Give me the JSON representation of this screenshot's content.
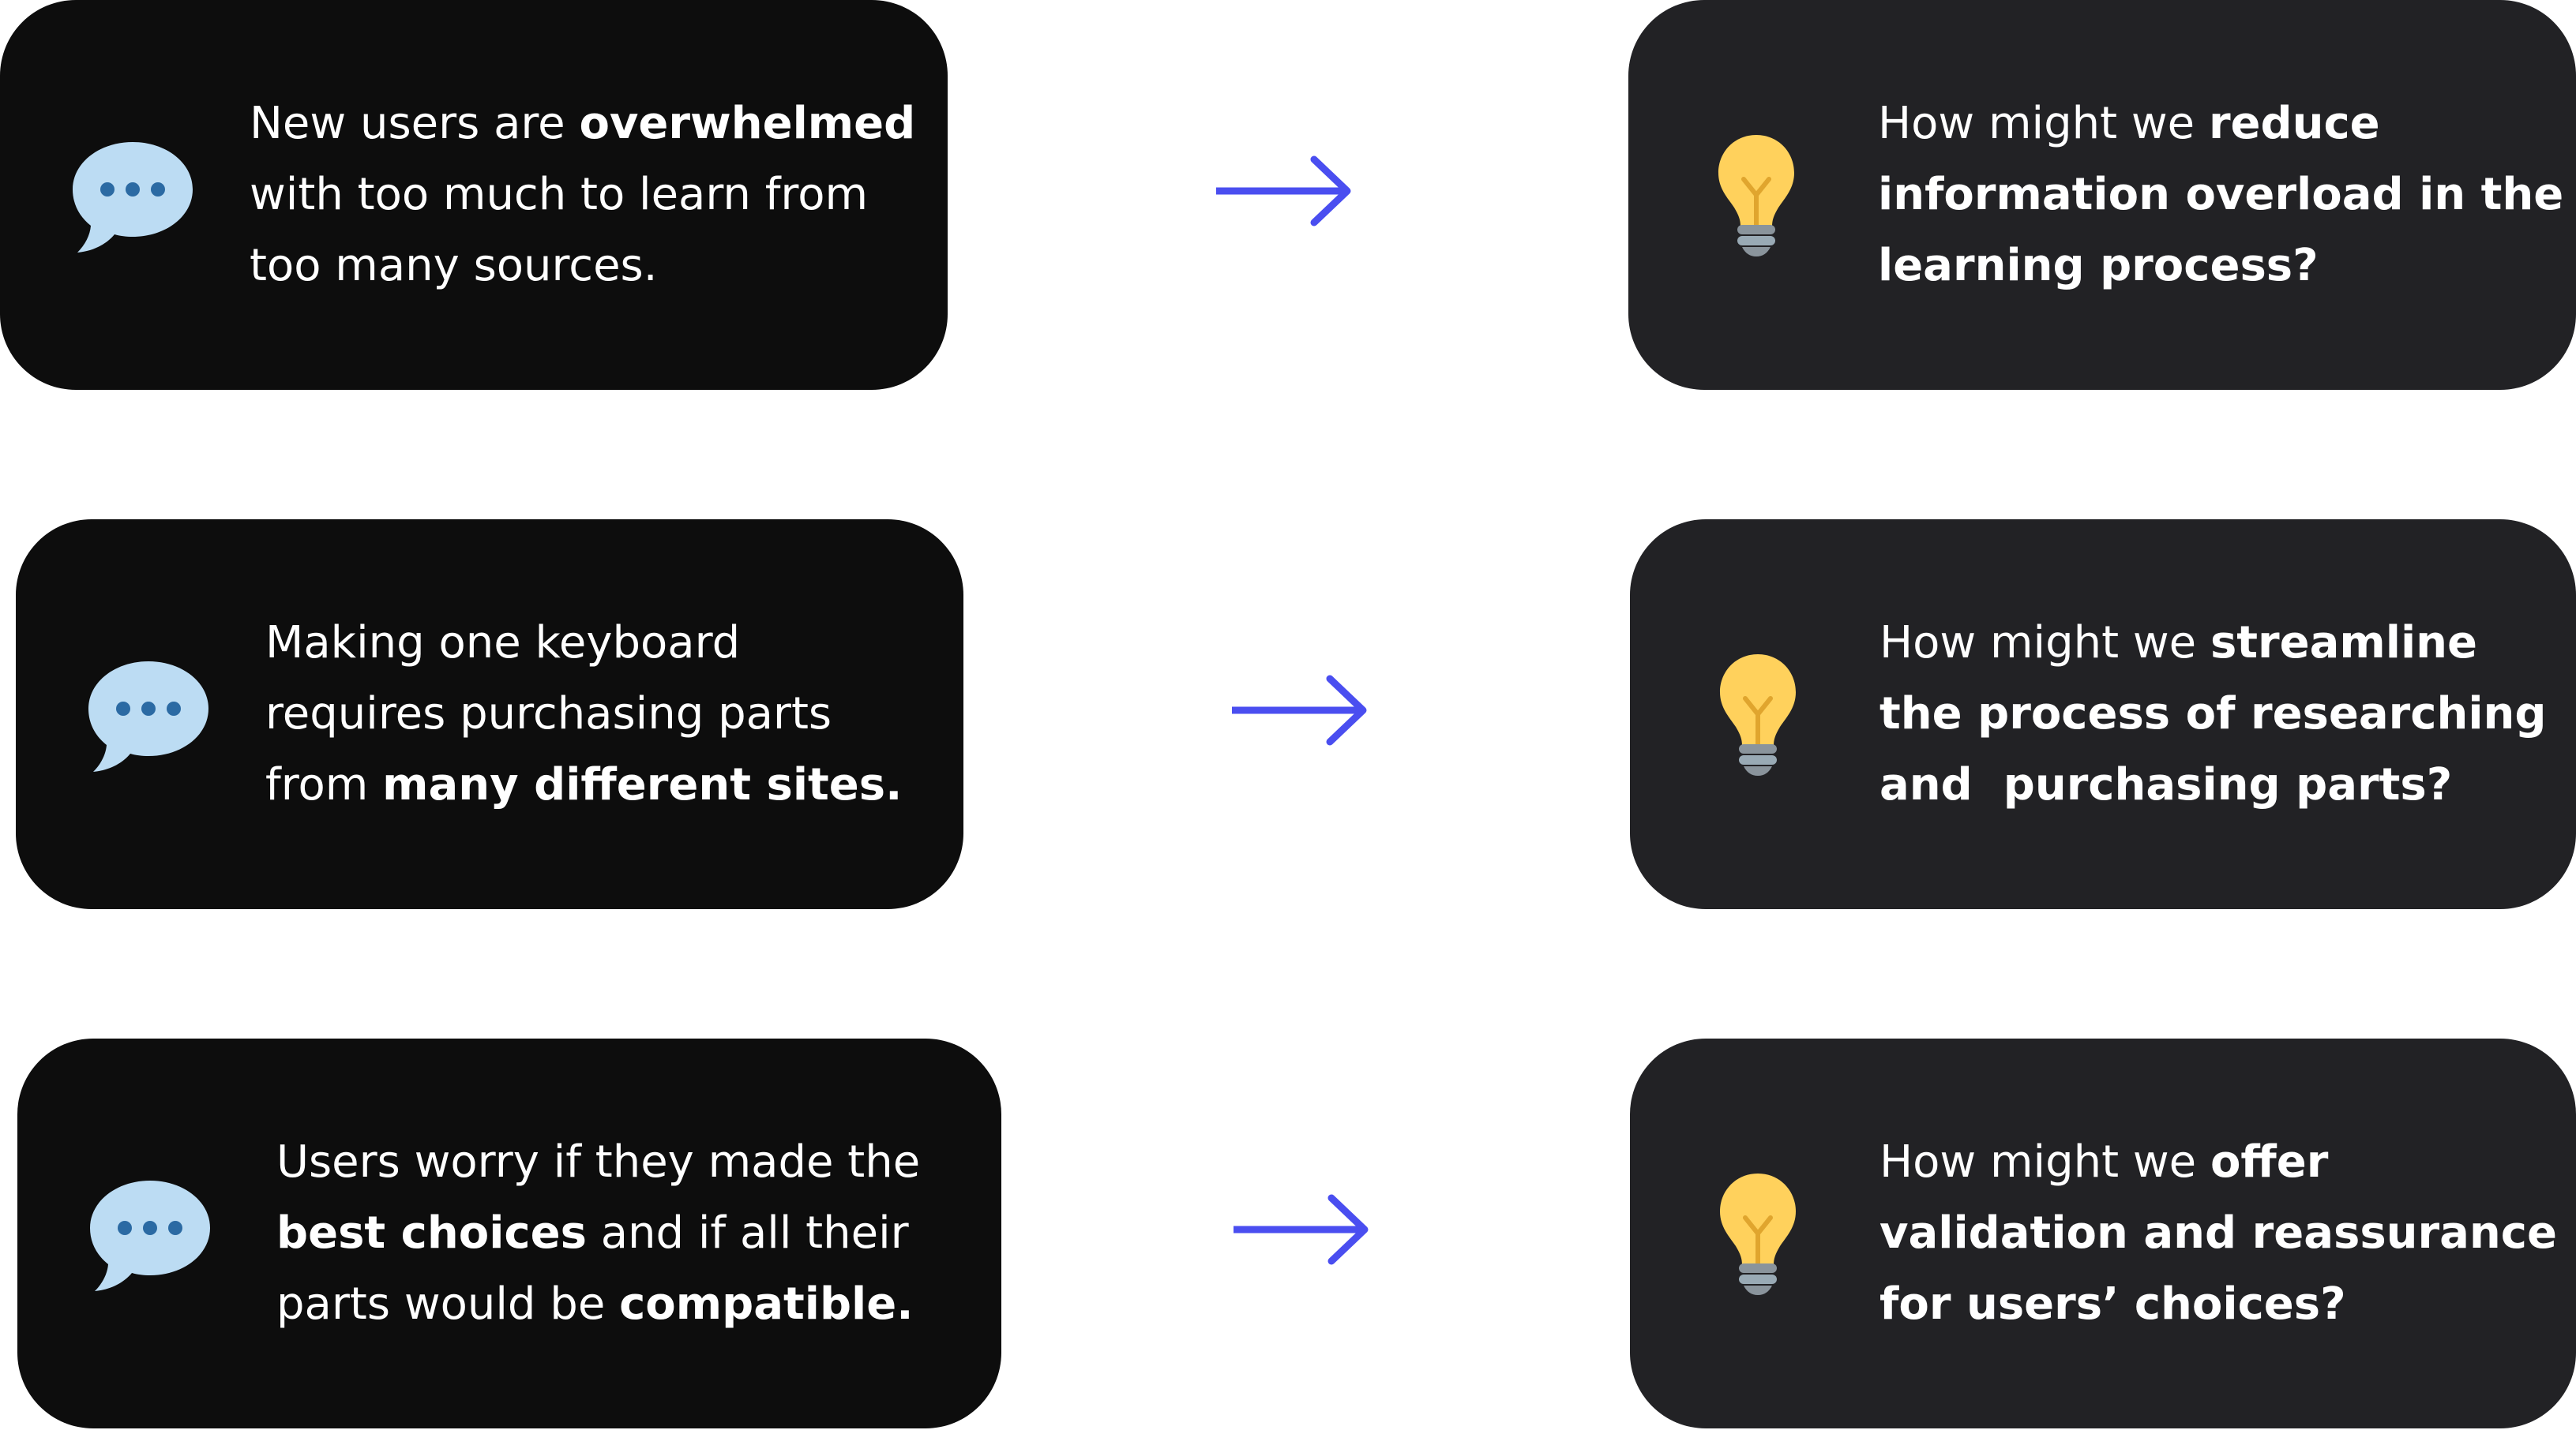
{
  "rows": [
    {
      "problem": {
        "lines": [
          [
            {
              "t": "New users are ",
              "b": false
            },
            {
              "t": "overwhelmed",
              "b": true
            }
          ],
          [
            {
              "t": "with too much to learn from",
              "b": false
            }
          ],
          [
            {
              "t": "too many sources.",
              "b": false
            }
          ]
        ]
      },
      "hmw": {
        "lines": [
          [
            {
              "t": "How might we ",
              "b": false
            },
            {
              "t": "reduce",
              "b": true
            }
          ],
          [
            {
              "t": "information overload in the",
              "b": true
            }
          ],
          [
            {
              "t": "learning process?",
              "b": true
            }
          ]
        ]
      }
    },
    {
      "problem": {
        "lines": [
          [
            {
              "t": "Making one keyboard",
              "b": false
            }
          ],
          [
            {
              "t": "requires purchasing parts",
              "b": false
            }
          ],
          [
            {
              "t": "from ",
              "b": false
            },
            {
              "t": "many different sites.",
              "b": true
            }
          ]
        ]
      },
      "hmw": {
        "lines": [
          [
            {
              "t": "How might we ",
              "b": false
            },
            {
              "t": "streamline",
              "b": true
            }
          ],
          [
            {
              "t": "the process of researching",
              "b": true
            }
          ],
          [
            {
              "t": "and  purchasing parts?",
              "b": true
            }
          ]
        ]
      }
    },
    {
      "problem": {
        "lines": [
          [
            {
              "t": "Users worry if they made the",
              "b": false
            }
          ],
          [
            {
              "t": "best choices",
              "b": true
            },
            {
              "t": " and if all their",
              "b": false
            }
          ],
          [
            {
              "t": "parts would be ",
              "b": false
            },
            {
              "t": "compatible.",
              "b": true
            }
          ]
        ]
      },
      "hmw": {
        "lines": [
          [
            {
              "t": "How might we ",
              "b": false
            },
            {
              "t": "offer",
              "b": true
            }
          ],
          [
            {
              "t": "validation and reassurance",
              "b": true
            }
          ],
          [
            {
              "t": "for users’ choices?",
              "b": true
            }
          ]
        ]
      }
    }
  ],
  "icons": {
    "problem": "speech-bubble-icon",
    "hmw": "lightbulb-icon",
    "connector": "arrow-right-icon"
  },
  "colors": {
    "problem_card": "#0d0d0d",
    "hmw_card": "#222225",
    "arrow": "#4a4ef0",
    "bubble": "#bcdcf3",
    "bubble_dots": "#2b6aa3",
    "bulb": "#ffd15c",
    "bulb_base": "#8a949c"
  }
}
